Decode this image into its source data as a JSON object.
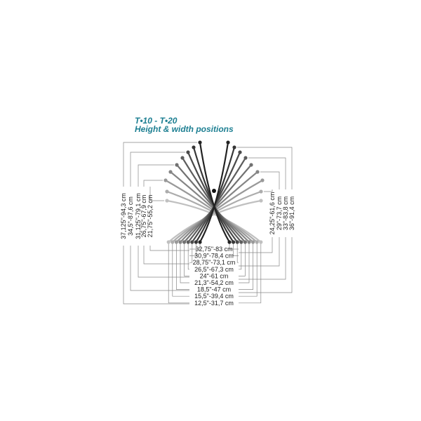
{
  "title": {
    "line1": "T•10 - T•20",
    "line2": "Height & width positions"
  },
  "height_left": [
    "37,125\"-94,3 cm",
    "34,5\"-87,6 cm",
    "31,125\"-79,1 cm",
    "26,75\"-67,9 cm",
    "21,75\"-55,2 cm"
  ],
  "height_right": [
    "24,25\"-61,6 cm",
    "29\"-73,7 cm",
    "33\"-83,8 cm",
    "36\"-91,4 cm"
  ],
  "widths": [
    "32,75\"-83 cm",
    "30,9\"-78,4 cm",
    "28,75\"-73,1 cm",
    "26,5\"-67,3 cm",
    "24\"-61 cm",
    "21,3\"-54,2 cm",
    "18,5\"-47 cm",
    "15,5\"-39,4 cm",
    "12,5\"-31,7 cm"
  ]
}
